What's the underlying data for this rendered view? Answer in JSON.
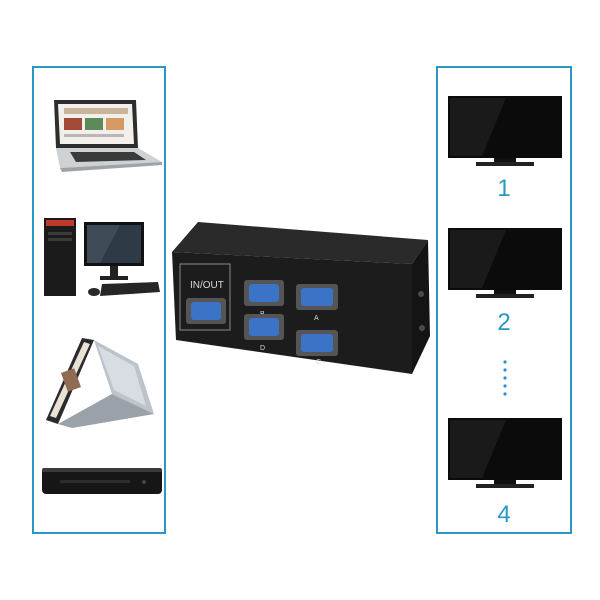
{
  "sources": [
    {
      "icon": "laptop-icon"
    },
    {
      "icon": "desktop-computer-icon"
    },
    {
      "icon": "convertible-tablet-icon"
    },
    {
      "icon": "game-console-icon"
    }
  ],
  "switch": {
    "port_label": "IN/OUT",
    "port_letters": [
      "B",
      "A",
      "D",
      "C"
    ]
  },
  "monitors": [
    {
      "number": "1"
    },
    {
      "number": "2"
    },
    {
      "number": "4"
    }
  ],
  "colors": {
    "accent": "#2a98c4",
    "switch_body": "#1f1f1f",
    "vga_port": "#3b74c6"
  }
}
